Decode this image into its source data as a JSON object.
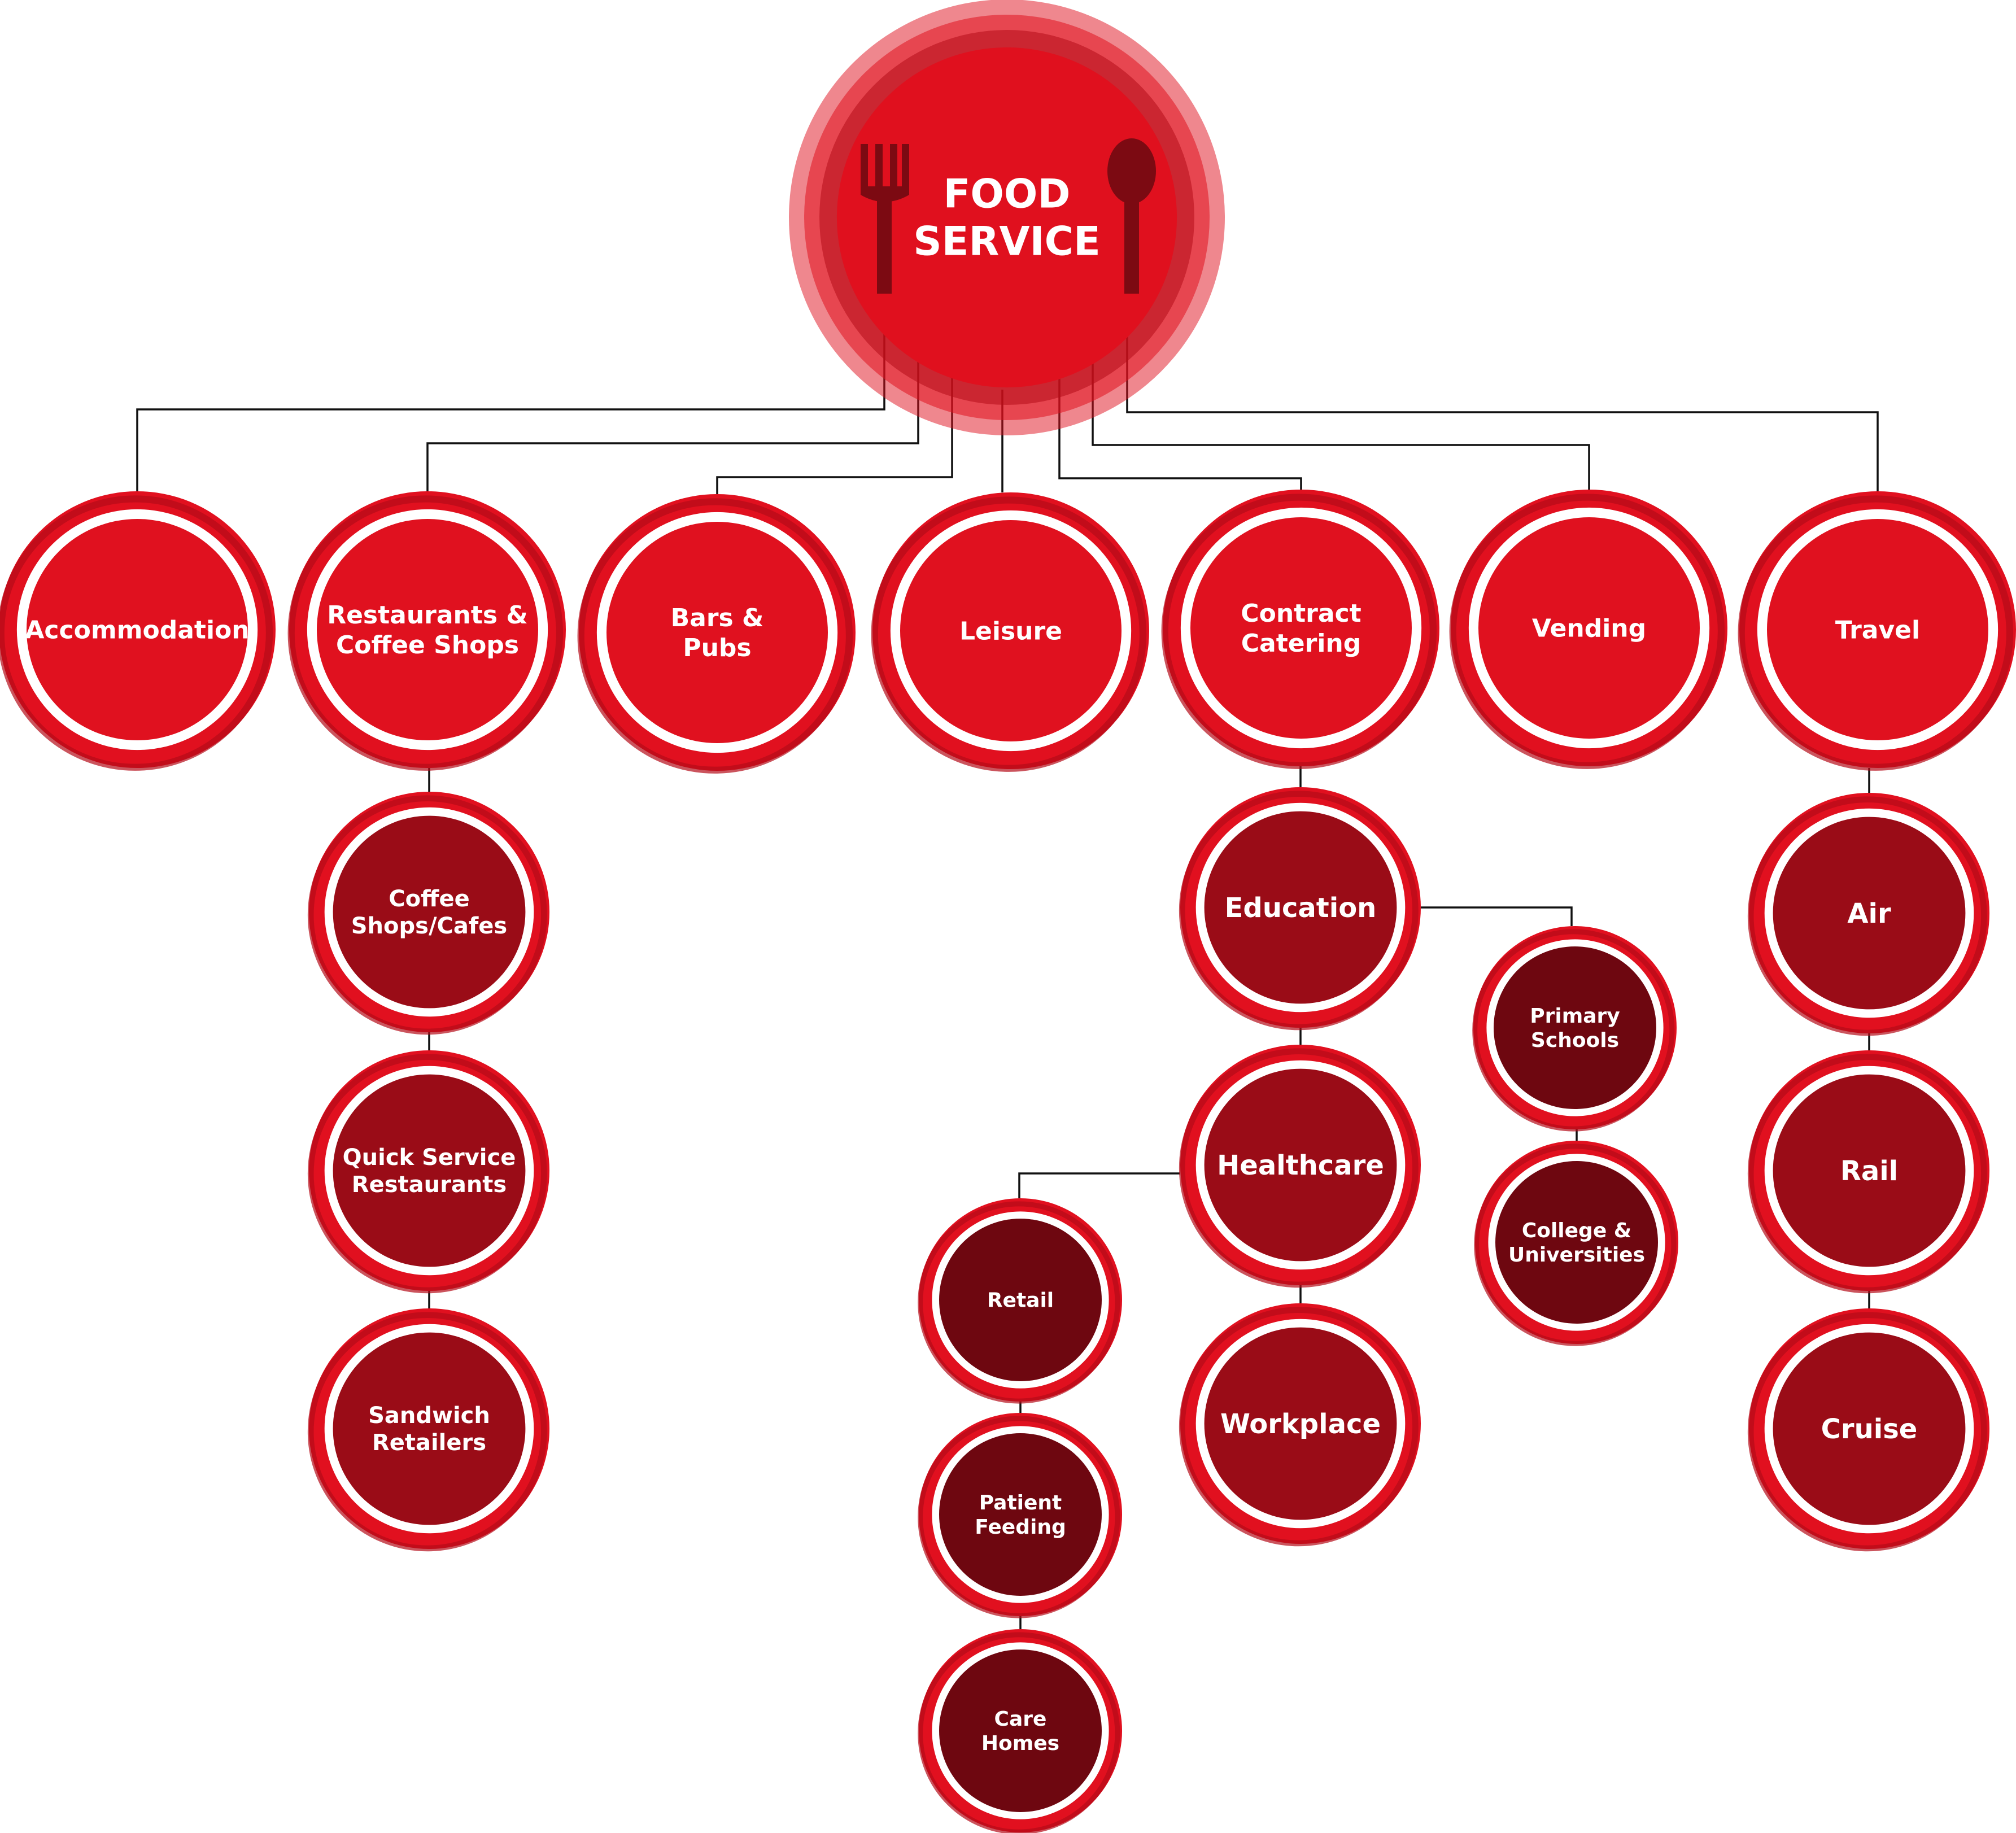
{
  "root": {
    "id": "food-service",
    "lines": [
      "FOOD",
      "SERVICE"
    ]
  },
  "categories": [
    {
      "id": "accommodation",
      "lines": [
        "Accommodation"
      ]
    },
    {
      "id": "restaurants-coffee-shops",
      "lines": [
        "Restaurants &",
        "Coffee Shops"
      ]
    },
    {
      "id": "bars-pubs",
      "lines": [
        "Bars &",
        "Pubs"
      ]
    },
    {
      "id": "leisure",
      "lines": [
        "Leisure"
      ]
    },
    {
      "id": "contract-catering",
      "lines": [
        "Contract",
        "Catering"
      ]
    },
    {
      "id": "vending",
      "lines": [
        "Vending"
      ]
    },
    {
      "id": "travel",
      "lines": [
        "Travel"
      ]
    }
  ],
  "subcategories": [
    {
      "id": "coffee-shops-cafes",
      "parent": "restaurants-coffee-shops",
      "lines": [
        "Coffee",
        "Shops/Cafes"
      ]
    },
    {
      "id": "quick-service-restaurants",
      "parent": "restaurants-coffee-shops",
      "lines": [
        "Quick Service",
        "Restaurants"
      ]
    },
    {
      "id": "sandwich-retailers",
      "parent": "restaurants-coffee-shops",
      "lines": [
        "Sandwich",
        "Retailers"
      ]
    },
    {
      "id": "education",
      "parent": "contract-catering",
      "lines": [
        "Education"
      ]
    },
    {
      "id": "healthcare",
      "parent": "contract-catering",
      "lines": [
        "Healthcare"
      ]
    },
    {
      "id": "workplace",
      "parent": "contract-catering",
      "lines": [
        "Workplace"
      ]
    },
    {
      "id": "air",
      "parent": "travel",
      "lines": [
        "Air"
      ]
    },
    {
      "id": "rail",
      "parent": "travel",
      "lines": [
        "Rail"
      ]
    },
    {
      "id": "cruise",
      "parent": "travel",
      "lines": [
        "Cruise"
      ]
    }
  ],
  "leaves": [
    {
      "id": "primary-schools",
      "parent": "education",
      "lines": [
        "Primary",
        "Schools"
      ]
    },
    {
      "id": "college-universities",
      "parent": "education",
      "lines": [
        "College  &",
        "Universities"
      ]
    },
    {
      "id": "retail",
      "parent": "healthcare",
      "lines": [
        "Retail"
      ]
    },
    {
      "id": "patient-feeding",
      "parent": "healthcare",
      "lines": [
        "Patient",
        "Feeding"
      ]
    },
    {
      "id": "care-homes",
      "parent": "healthcare",
      "lines": [
        "Care",
        "Homes"
      ]
    }
  ],
  "colors": {
    "root_fill": "#e0101e",
    "level1_fill": "#e0111f",
    "level2_fill": "#9a0c17",
    "level3_fill": "#6e0710",
    "ring": "#e1101f",
    "ring_shadow": "#b50c18",
    "icon": "#7c0a12",
    "connector": "#111111",
    "text": "#ffffff"
  },
  "icons": [
    "fork-icon",
    "spoon-icon"
  ]
}
